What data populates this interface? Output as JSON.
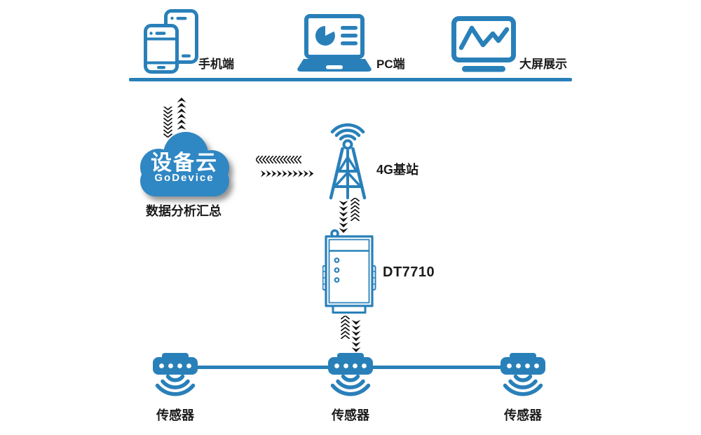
{
  "diagram": {
    "top_row": {
      "mobile_label": "手机端",
      "pc_label": "PC端",
      "bigscreen_label": "大屏展示"
    },
    "cloud": {
      "title": "设备云",
      "subtitle": "GoDevice",
      "caption": "数据分析汇总"
    },
    "base_station": {
      "label": "4G基站"
    },
    "gateway": {
      "label": "DT7710"
    },
    "sensors": [
      {
        "label": "传感器"
      },
      {
        "label": "传感器"
      },
      {
        "label": "传感器"
      }
    ],
    "colors": {
      "primary": "#2980b9",
      "cloud": "#2f87c3",
      "arrow": "#141414",
      "text": "#1b1b1b"
    }
  }
}
